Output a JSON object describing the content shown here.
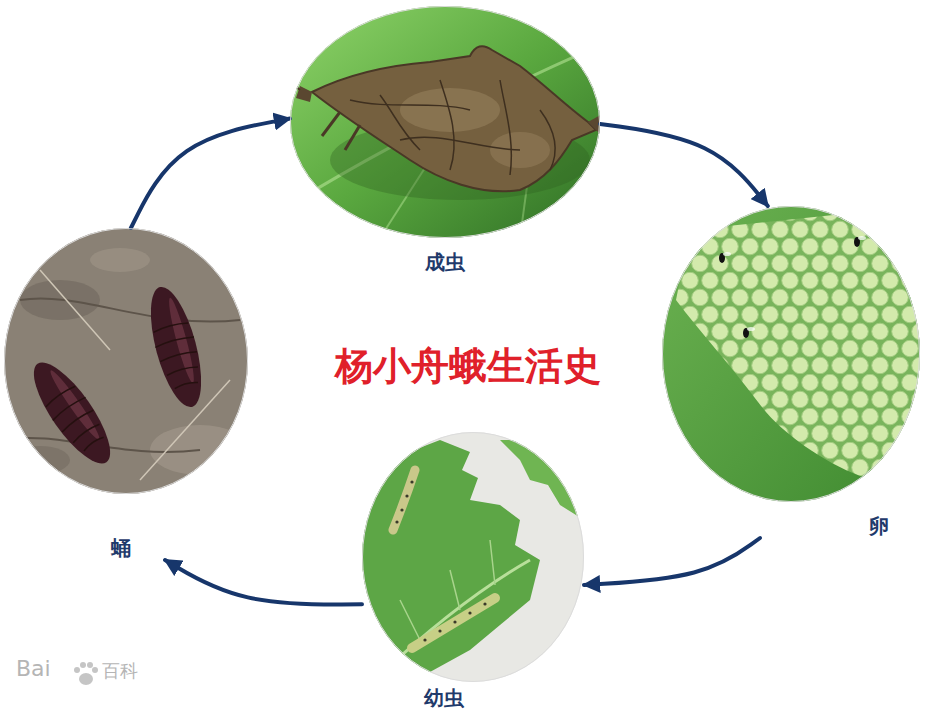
{
  "diagram": {
    "title": "杨小舟蛾生活史",
    "nodes": [
      {
        "text": [
          "成虫"
        ]
      },
      {
        "text": [
          "卵"
        ]
      },
      {
        "text": [
          "幼虫"
        ]
      },
      {
        "text": [
          "蛹"
        ]
      }
    ],
    "edges": [
      {
        "from": 0,
        "to": 1,
        "arrow": "to"
      },
      {
        "from": 1,
        "to": 2,
        "arrow": "to"
      },
      {
        "from": 2,
        "to": 3,
        "arrow": "to"
      },
      {
        "from": 3,
        "to": 0,
        "arrow": "to"
      }
    ],
    "labels": [
      "Bai",
      "百科"
    ]
  }
}
